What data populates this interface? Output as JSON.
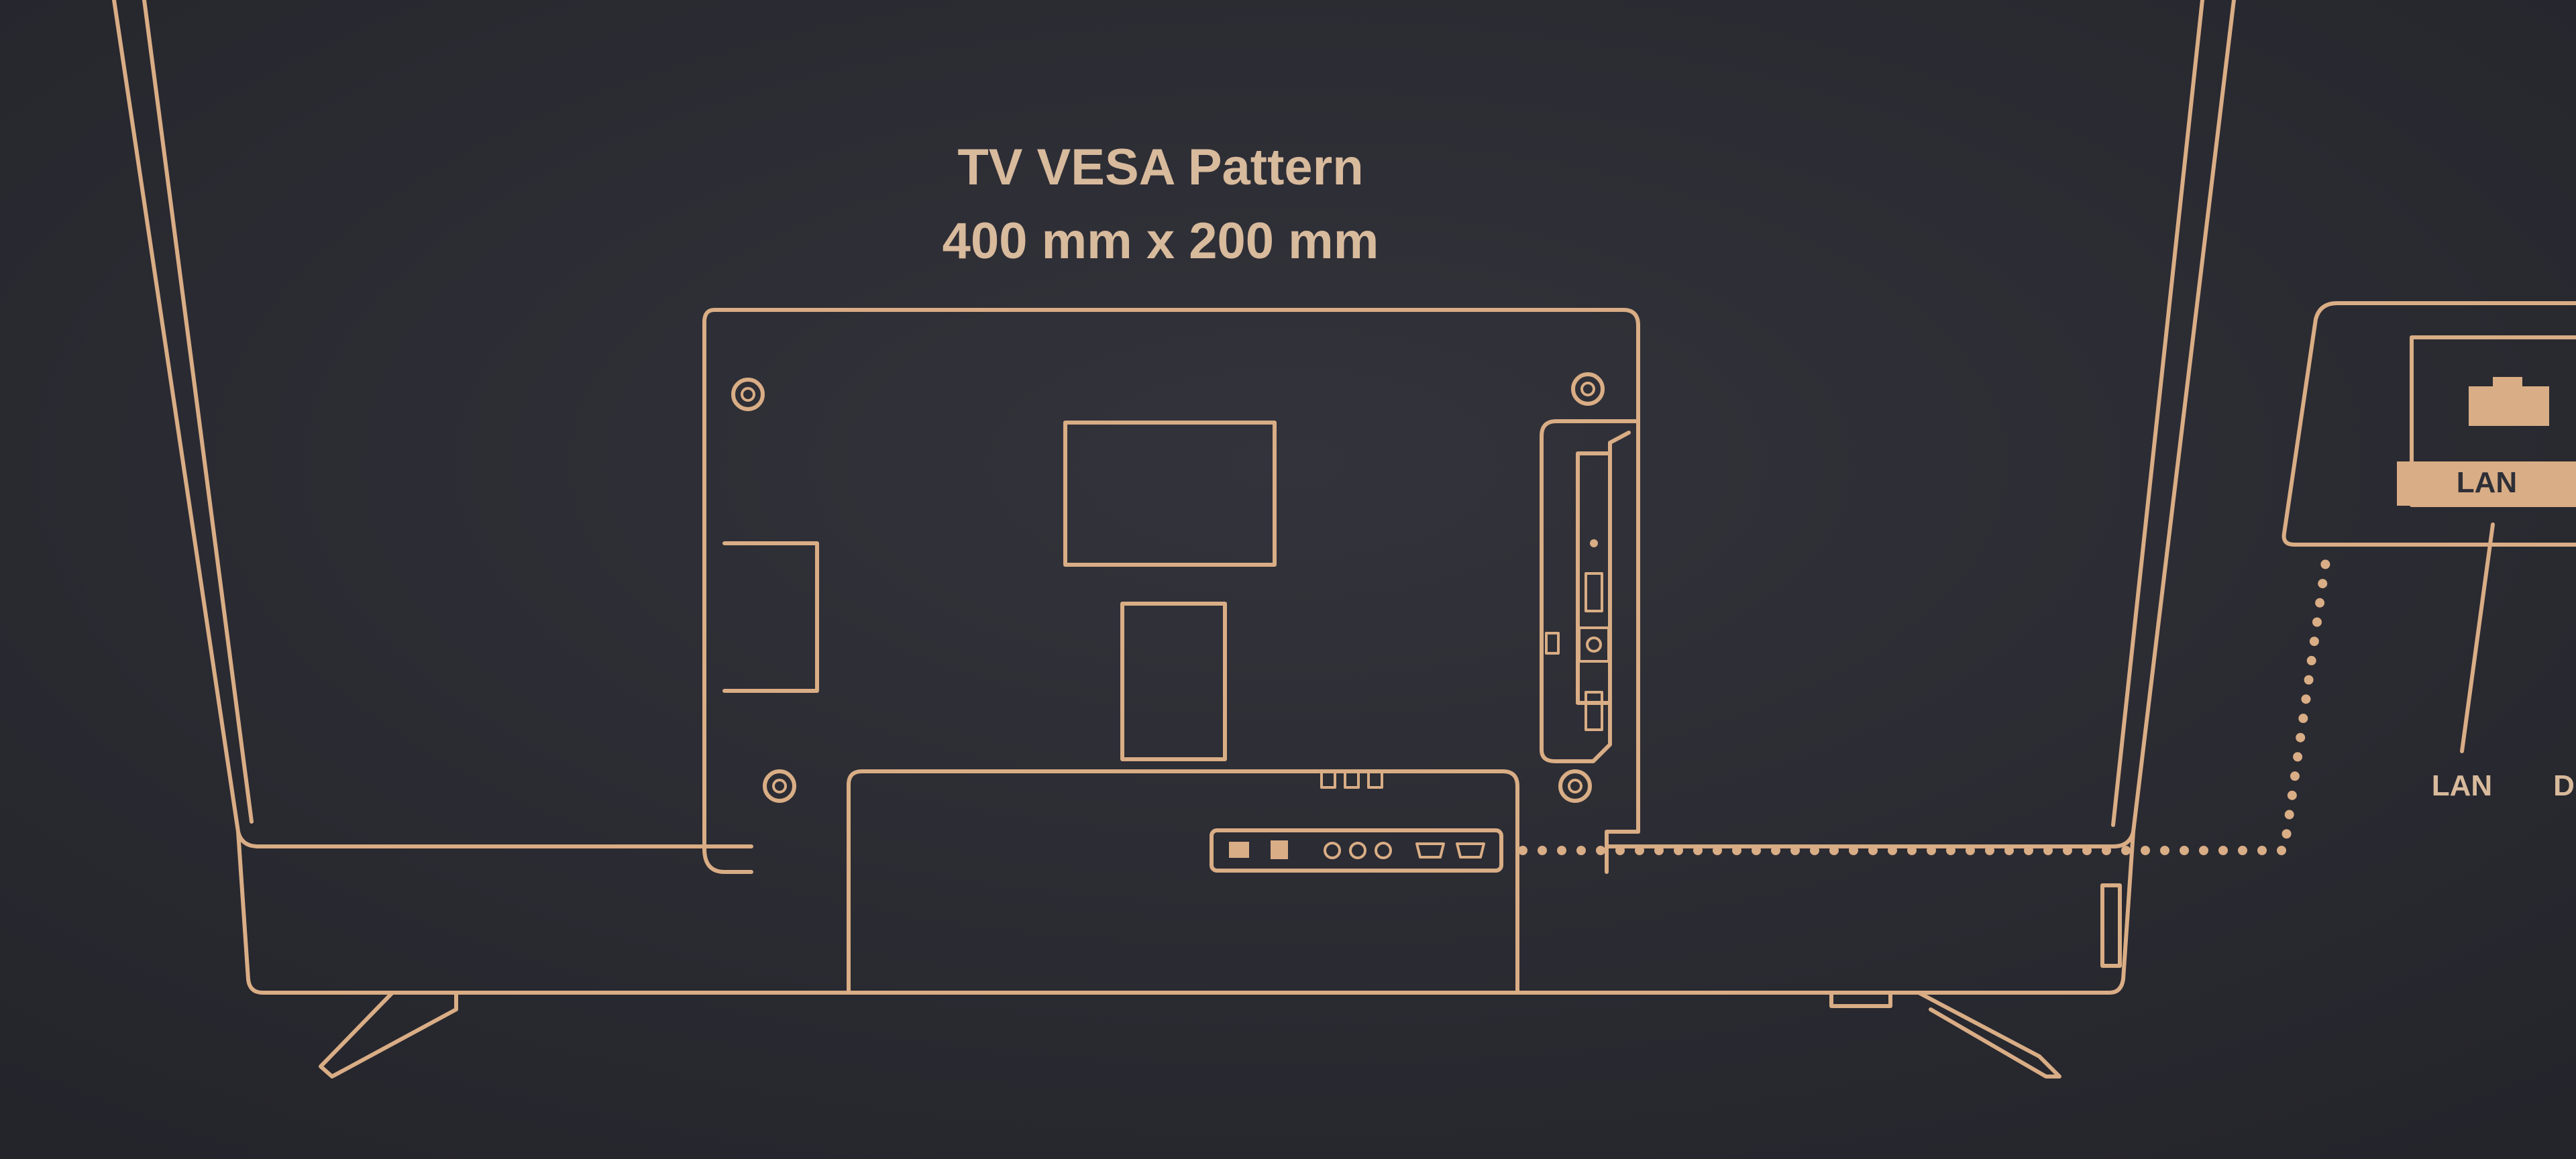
{
  "heading": {
    "line1": "TV VESA Pattern",
    "line2": "400 mm x 200 mm"
  },
  "ports": {
    "lan_box_label": "LAN",
    "lan_cable_label": "LAN",
    "cut_label": "D"
  },
  "colors": {
    "background": "#2f2f37",
    "line": "#d9ad85",
    "text": "#d8ba9c"
  }
}
